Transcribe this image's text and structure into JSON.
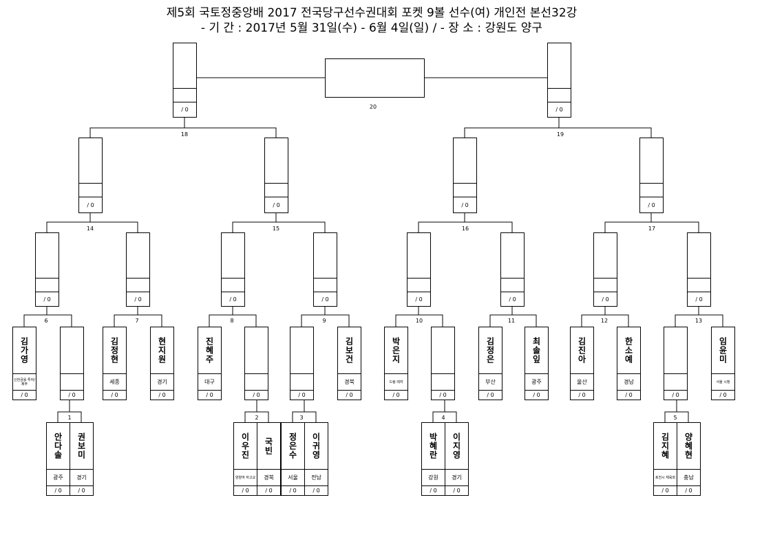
{
  "title": {
    "line1": "제5회 국토정중앙배 2017 전국당구선수권대회 포켓 9볼 선수(여) 개인전 본선32강",
    "line2": "- 기 간 : 2017년 5월 31일(수) - 6월 4일(일) / - 장 소 : 강원도 양구"
  },
  "score_placeholder": "/ 0",
  "match_labels": [
    "1",
    "2",
    "3",
    "4",
    "5",
    "6",
    "7",
    "8",
    "9",
    "10",
    "11",
    "12",
    "13",
    "14",
    "15",
    "16",
    "17",
    "18",
    "19",
    "20"
  ],
  "players": [
    {
      "name": "김가영",
      "region": "신한금융 투자/제주"
    },
    {
      "name": "안다솔",
      "region": "광주"
    },
    {
      "name": "권보미",
      "region": "경기"
    },
    {
      "name": "김정현",
      "region": "세종"
    },
    {
      "name": "현지원",
      "region": "경기"
    },
    {
      "name": "진혜주",
      "region": "대구"
    },
    {
      "name": "이우진",
      "region": "양양여 자고교"
    },
    {
      "name": "국빈",
      "region": "경북"
    },
    {
      "name": "정은수",
      "region": "서울"
    },
    {
      "name": "이귀영",
      "region": "전남"
    },
    {
      "name": "김보건",
      "region": "경북"
    },
    {
      "name": "박은지",
      "region": "드림 레저"
    },
    {
      "name": "박혜란",
      "region": "강원"
    },
    {
      "name": "이지영",
      "region": "경기"
    },
    {
      "name": "김정은",
      "region": "부산"
    },
    {
      "name": "최솔잎",
      "region": "광주"
    },
    {
      "name": "김진아",
      "region": "울산"
    },
    {
      "name": "한소예",
      "region": "경남"
    },
    {
      "name": "김지혜",
      "region": "포천시 체육회"
    },
    {
      "name": "양혜현",
      "region": "충남"
    },
    {
      "name": "임윤미",
      "region": "서울 시청"
    }
  ]
}
